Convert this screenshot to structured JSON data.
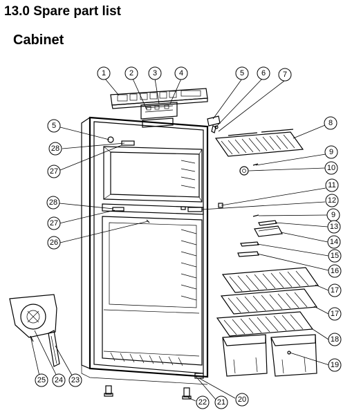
{
  "header": {
    "section_title": "13.0 Spare part list",
    "subtitle": "Cabinet"
  },
  "callouts": [
    "1",
    "2",
    "3",
    "4",
    "5",
    "6",
    "7",
    "5",
    "8",
    "28",
    "9",
    "27",
    "10",
    "11",
    "28",
    "12",
    "9",
    "27",
    "13",
    "14",
    "26",
    "15",
    "16",
    "17",
    "17",
    "18",
    "19",
    "25",
    "24",
    "23",
    "20",
    "21",
    "22"
  ]
}
